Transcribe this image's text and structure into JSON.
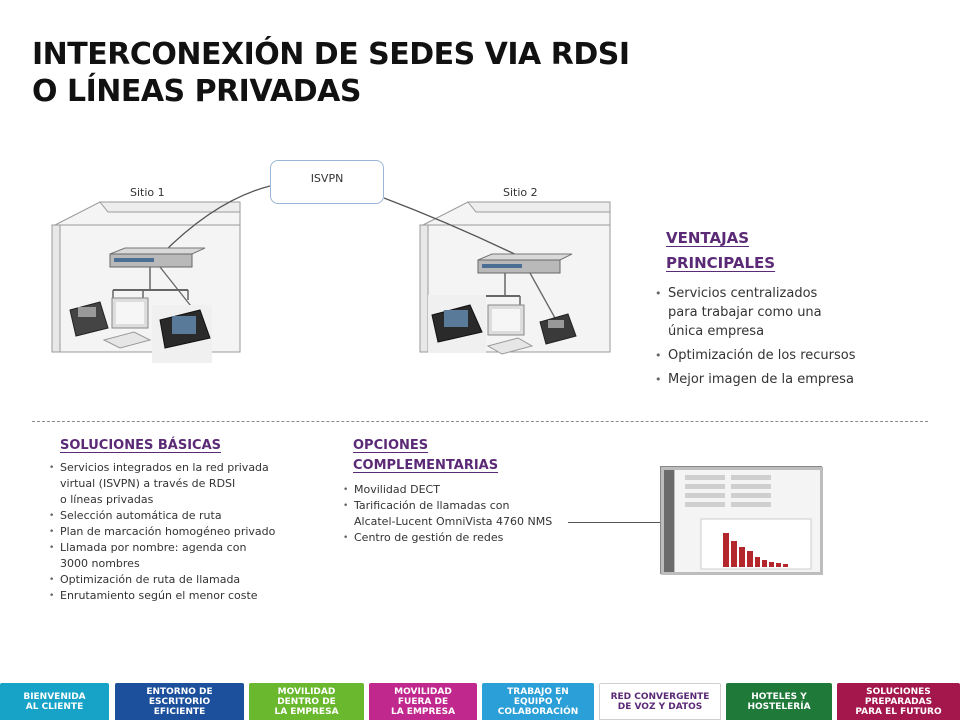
{
  "slide": {
    "title_line1": "INTERCONEXIÓN DE SEDES VIA RDSI",
    "title_line2": "O LÍNEAS PRIVADAS"
  },
  "diagram": {
    "site1_label": "Sitio  1",
    "site2_label": "Sitio  2",
    "network_label": "ISVPN"
  },
  "ventajas": {
    "heading_line1": "VENTAJAS",
    "heading_line2": "PRINCIPALES",
    "items": [
      "Servicios centralizados\npara trabajar como una\núnica empresa",
      "Optimización de los recursos",
      "Mejor imagen de la empresa"
    ]
  },
  "basicas": {
    "heading": "SOLUCIONES BÁSICAS",
    "items": [
      "Servicios integrados  en la red privada\nvirtual (ISVPN) a través de RDSI\no líneas privadas",
      "Selección  automática de ruta",
      "Plan de marcación homogéneo privado",
      "Llamada por nombre: agenda con\n3000 nombres",
      "Optimización de ruta de llamada",
      "Enrutamiento  según  el menor coste"
    ]
  },
  "opciones": {
    "heading_line1": "OPCIONES",
    "heading_line2": "COMPLEMENTARIAS",
    "items": [
      "Movilidad DECT",
      "Tarificación de llamadas con\nAlcatel-Lucent OmniVista 4760 NMS",
      "Centro de gestión de redes"
    ]
  },
  "nav": {
    "tabs": [
      {
        "label": "BIENVENIDA\nAL CLIENTE",
        "color": "#17a2c7"
      },
      {
        "label": "ENTORNO DE\nESCRITORIO\nEFICIENTE",
        "color": "#1c4f9c"
      },
      {
        "label": "MOVILIDAD\nDENTRO DE\nLA EMPRESA",
        "color": "#6ab82e"
      },
      {
        "label": "MOVILIDAD\nFUERA DE\nLA EMPRESA",
        "color": "#c0288e"
      },
      {
        "label": "TRABAJO EN\nEQUIPO Y\nCOLABORACIÓN",
        "color": "#2a9fd8"
      },
      {
        "label": "RED CONVERGENTE\nDE VOZ Y DATOS",
        "color": "#ffffff"
      },
      {
        "label": "HOTELES Y\nHOSTELERÍA",
        "color": "#1f7a3a"
      },
      {
        "label": "SOLUCIONES\nPREPARADAS\nPARA EL FUTURO",
        "color": "#a3174c"
      }
    ]
  },
  "colors": {
    "heading": "#5b2a76",
    "isvpn_border": "#9bb6d8"
  }
}
